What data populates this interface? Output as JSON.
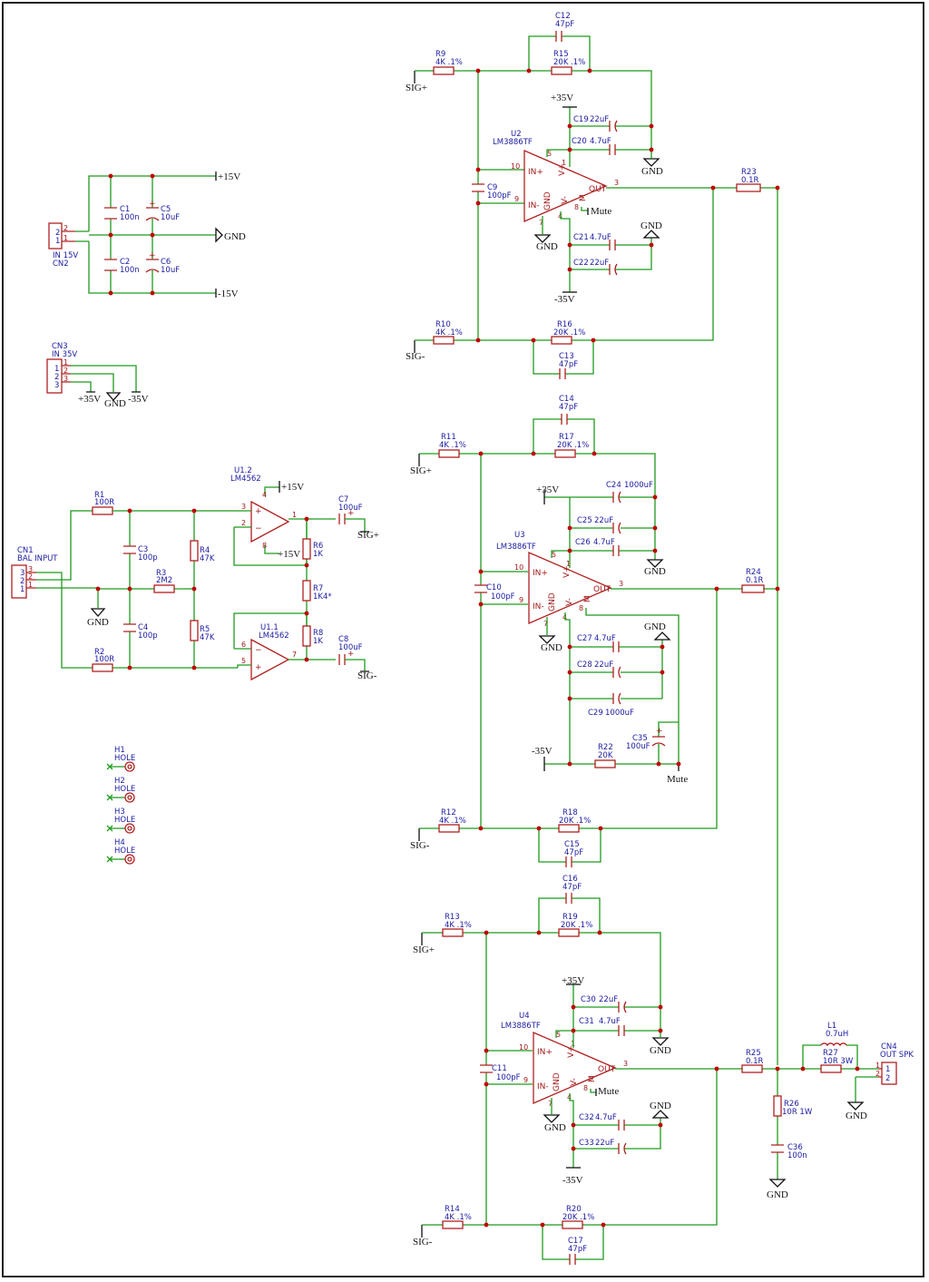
{
  "nets": {
    "p15": "+15V",
    "m15": "-15V",
    "gnd": "GND",
    "p35": "+35V",
    "m35": "-35V",
    "sigp": "SIG+",
    "sigm": "SIG-",
    "mute": "Mute"
  },
  "connectors": {
    "cn2": {
      "name": "CN2",
      "value": "IN 15V",
      "pins": [
        "1",
        "2"
      ]
    },
    "cn3": {
      "name": "CN3",
      "value": "IN 35V",
      "pins": [
        "1",
        "2",
        "3"
      ]
    },
    "cn1": {
      "name": "CN1",
      "value": "BAL INPUT",
      "pins": [
        "1",
        "2",
        "3"
      ]
    },
    "cn4": {
      "name": "CN4",
      "value": "OUT SPK",
      "pins": [
        "1",
        "2"
      ]
    }
  },
  "holes": [
    {
      "name": "H1",
      "value": "HOLE"
    },
    {
      "name": "H2",
      "value": "HOLE"
    },
    {
      "name": "H3",
      "value": "HOLE"
    },
    {
      "name": "H4",
      "value": "HOLE"
    }
  ],
  "ps": {
    "c1": {
      "name": "C1",
      "value": "100n"
    },
    "c2": {
      "name": "C2",
      "value": "100n"
    },
    "c5": {
      "name": "C5",
      "value": "10uF"
    },
    "c6": {
      "name": "C6",
      "value": "10uF"
    }
  },
  "input": {
    "r1": {
      "name": "R1",
      "value": "100R"
    },
    "r2": {
      "name": "R2",
      "value": "100R"
    },
    "r3": {
      "name": "R3",
      "value": "2M2"
    },
    "r4": {
      "name": "R4",
      "value": "47K"
    },
    "r5": {
      "name": "R5",
      "value": "47K"
    },
    "r6": {
      "name": "R6",
      "value": "1K"
    },
    "r7": {
      "name": "R7",
      "value": "1K4*"
    },
    "r8": {
      "name": "R8",
      "value": "1K"
    },
    "c3": {
      "name": "C3",
      "value": "100p"
    },
    "c4": {
      "name": "C4",
      "value": "100p"
    },
    "c7": {
      "name": "C7",
      "value": "100uF"
    },
    "c8": {
      "name": "C8",
      "value": "100uF"
    },
    "u12": {
      "name": "U1.2",
      "value": "LM4562"
    },
    "u11": {
      "name": "U1.1",
      "value": "LM4562"
    }
  },
  "u2": {
    "ic": {
      "name": "U2",
      "value": "LM3886TF"
    },
    "r9": {
      "name": "R9",
      "value": "4K .1%"
    },
    "r15": {
      "name": "R15",
      "value": "20K .1%"
    },
    "c12": {
      "name": "C12",
      "value": "47pF"
    },
    "c9": {
      "name": "C9",
      "value": "100pF"
    },
    "c19": {
      "name": "C19",
      "value": "22uF"
    },
    "c20": {
      "name": "C20",
      "value": "4.7uF"
    },
    "c21": {
      "name": "C21",
      "value": "4.7uF"
    },
    "c22": {
      "name": "C22",
      "value": "22uF"
    },
    "r10": {
      "name": "R10",
      "value": "4K .1%"
    },
    "r16": {
      "name": "R16",
      "value": "20K .1%"
    },
    "c13": {
      "name": "C13",
      "value": "47pF"
    },
    "r23": {
      "name": "R23",
      "value": "0.1R"
    }
  },
  "u3": {
    "ic": {
      "name": "U3",
      "value": "LM3886TF"
    },
    "r11": {
      "name": "R11",
      "value": "4K .1%"
    },
    "r17": {
      "name": "R17",
      "value": "20K .1%"
    },
    "c14": {
      "name": "C14",
      "value": "47pF"
    },
    "c10": {
      "name": "C10",
      "value": "100pF"
    },
    "c24": {
      "name": "C24",
      "value": "1000uF"
    },
    "c25": {
      "name": "C25",
      "value": "22uF"
    },
    "c26": {
      "name": "C26",
      "value": "4.7uF"
    },
    "c27": {
      "name": "C27",
      "value": "4.7uF"
    },
    "c28": {
      "name": "C28",
      "value": "22uF"
    },
    "c29": {
      "name": "C29",
      "value": "1000uF"
    },
    "c35": {
      "name": "C35",
      "value": "100uF"
    },
    "r22": {
      "name": "R22",
      "value": "20K"
    },
    "r12": {
      "name": "R12",
      "value": "4K .1%"
    },
    "r18": {
      "name": "R18",
      "value": "20K .1%"
    },
    "c15": {
      "name": "C15",
      "value": "47pF"
    },
    "r24": {
      "name": "R24",
      "value": "0.1R"
    }
  },
  "u4": {
    "ic": {
      "name": "U4",
      "value": "LM3886TF"
    },
    "r13": {
      "name": "R13",
      "value": "4K .1%"
    },
    "r19": {
      "name": "R19",
      "value": "20K .1%"
    },
    "c16": {
      "name": "C16",
      "value": "47pF"
    },
    "c11": {
      "name": "C11",
      "value": "100pF"
    },
    "c30": {
      "name": "C30",
      "value": "22uF"
    },
    "c31": {
      "name": "C31",
      "value": "4.7uF"
    },
    "c32": {
      "name": "C32",
      "value": "4.7uF"
    },
    "c33": {
      "name": "C33",
      "value": "22uF"
    },
    "r14": {
      "name": "R14",
      "value": "4K .1%"
    },
    "r20": {
      "name": "R20",
      "value": "20K .1%"
    },
    "c17": {
      "name": "C17",
      "value": "47pF"
    },
    "r25": {
      "name": "R25",
      "value": "0.1R"
    }
  },
  "output": {
    "l1": {
      "name": "L1",
      "value": "0.7uH"
    },
    "r27": {
      "name": "R27",
      "value": "10R 3W"
    },
    "r26": {
      "name": "R26",
      "value": "10R 1W"
    },
    "c36": {
      "name": "C36",
      "value": "100n"
    }
  },
  "amp_pins": {
    "inp": "IN+",
    "inn": "IN-",
    "vp": "V+",
    "vn": "V-",
    "gnd": "GND",
    "out": "OUT",
    "m": "M",
    "n10": "10",
    "n9": "9",
    "n5": "5",
    "n1": "1",
    "n7": "7",
    "n4": "4",
    "n8": "8",
    "n3": "3"
  },
  "opamp_pins": {
    "u12": [
      "3",
      "2",
      "1",
      "4",
      "8"
    ],
    "u11": [
      "6",
      "5",
      "7"
    ]
  }
}
